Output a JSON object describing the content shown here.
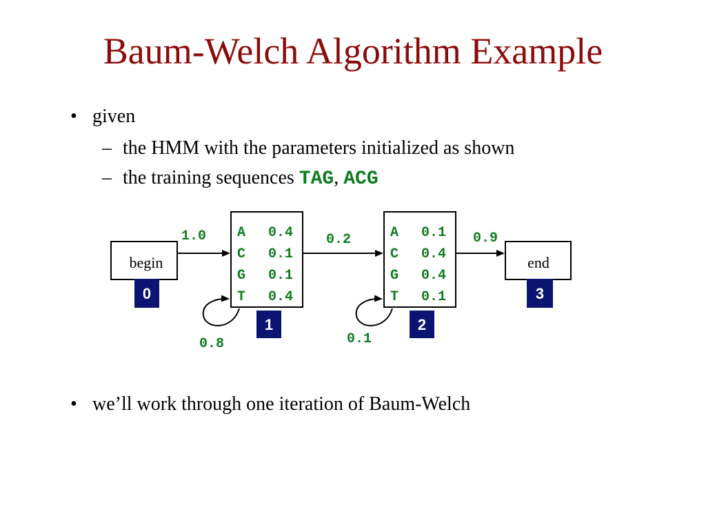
{
  "title": "Baum-Welch Algorithm Example",
  "bullets": {
    "b1": "given",
    "sub1": "the HMM with the parameters initialized as shown",
    "sub2_prefix": "the training sequences",
    "seq1": "TAG",
    "seq_sep": ",",
    "seq2": "ACG",
    "b2": "we’ll work through one iteration of Baum-Welch",
    "bullet_char": "•",
    "dash_char": "–"
  },
  "hmm": {
    "states": [
      {
        "id": "0",
        "label": "begin"
      },
      {
        "id": "1",
        "emissions": [
          {
            "symbol": "A",
            "prob": "0.4"
          },
          {
            "symbol": "C",
            "prob": "0.1"
          },
          {
            "symbol": "G",
            "prob": "0.1"
          },
          {
            "symbol": "T",
            "prob": "0.4"
          }
        ]
      },
      {
        "id": "2",
        "emissions": [
          {
            "symbol": "A",
            "prob": "0.1"
          },
          {
            "symbol": "C",
            "prob": "0.4"
          },
          {
            "symbol": "G",
            "prob": "0.4"
          },
          {
            "symbol": "T",
            "prob": "0.1"
          }
        ]
      },
      {
        "id": "3",
        "label": "end"
      }
    ],
    "transitions": {
      "begin_to_1": "1.0",
      "s1_to_2": "0.2",
      "s2_to_end": "0.9",
      "s1_self": "0.8",
      "s2_self": "0.1"
    }
  },
  "colors": {
    "title": "#8b0a0a",
    "state_id_bg": "#0b1470",
    "prob_text": "#0f7a20",
    "emission_text": "#0f7a20"
  }
}
